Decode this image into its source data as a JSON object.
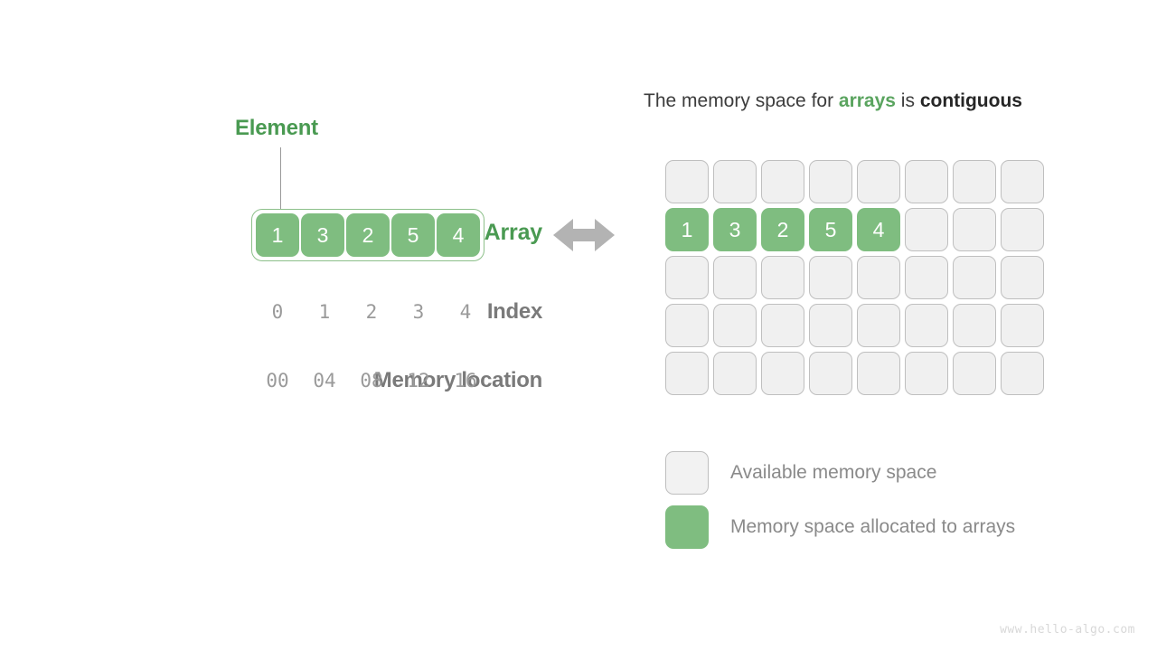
{
  "left": {
    "element_label": "Element",
    "array_label": "Array",
    "index_label": "Index",
    "memory_label": "Memory location",
    "array_values": [
      "1",
      "3",
      "2",
      "5",
      "4"
    ],
    "index_values": [
      "0",
      "1",
      "2",
      "3",
      "4"
    ],
    "memory_values": [
      "00",
      "04",
      "08",
      "12",
      "16"
    ]
  },
  "arrow": {
    "icon": "double-headed-horizontal-arrow",
    "color": "#b3b3b3"
  },
  "right": {
    "title_part1": "The memory space for ",
    "title_accent": "arrays",
    "title_part2": " is ",
    "title_strong": "contiguous",
    "grid": {
      "columns": 8,
      "rows": 5,
      "filled_row_index": 1,
      "filled_values": [
        "1",
        "3",
        "2",
        "5",
        "4"
      ]
    },
    "legend": [
      {
        "swatch": "available",
        "label": "Available memory space"
      },
      {
        "swatch": "allocated",
        "label": "Memory space allocated to arrays"
      }
    ]
  },
  "colors": {
    "array_green": "#7fbd80",
    "label_green": "#4a9a52",
    "accent_green": "#5aa45f",
    "empty_cell": "#f0f0f0",
    "cell_border": "#bfbfbf",
    "gray_text": "#8a8a8a",
    "dark_text": "#3c3c3c"
  },
  "watermark": "www.hello-algo.com"
}
